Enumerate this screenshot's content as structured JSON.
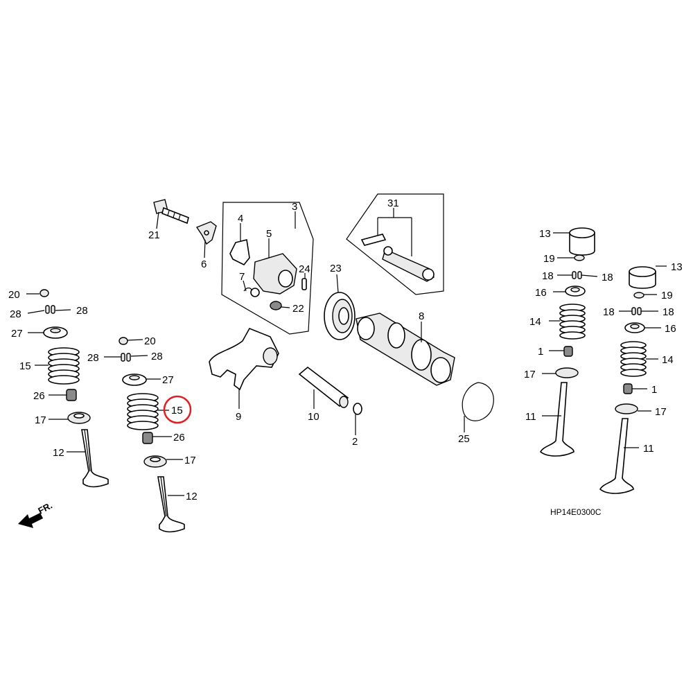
{
  "diagram": {
    "code": "HP14E0300C",
    "direction_label": "FR.",
    "highlight_color": "#e02020",
    "callouts": {
      "c1": "1",
      "c2": "2",
      "c3": "3",
      "c4": "4",
      "c5": "5",
      "c6": "6",
      "c7": "7",
      "c8": "8",
      "c9": "9",
      "c10": "10",
      "c11": "11",
      "c12": "12",
      "c13": "13",
      "c14": "14",
      "c15": "15",
      "c16": "16",
      "c17": "17",
      "c18": "18",
      "c19": "19",
      "c20": "20",
      "c21": "21",
      "c22": "22",
      "c23": "23",
      "c24": "24",
      "c25": "25",
      "c26": "26",
      "c27": "27",
      "c28": "28",
      "c31": "31"
    },
    "highlighted_part": "15"
  }
}
